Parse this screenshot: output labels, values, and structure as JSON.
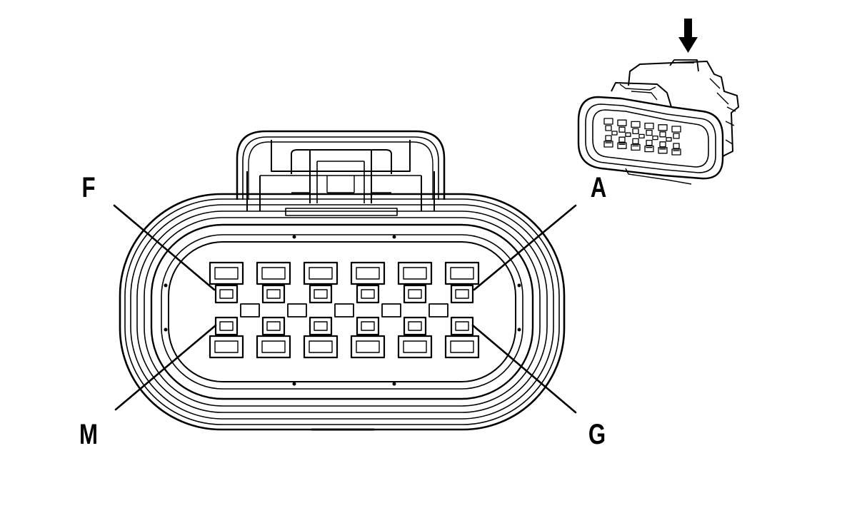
{
  "labels": {
    "f": "F",
    "a": "A",
    "m": "M",
    "g": "G"
  },
  "colors": {
    "ink": "#000000",
    "paper": "#ffffff"
  },
  "icons": {
    "view_direction": "down-arrow-icon"
  }
}
